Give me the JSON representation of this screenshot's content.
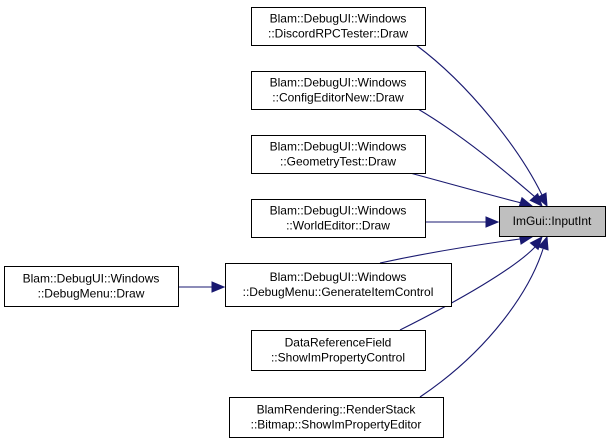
{
  "graph": {
    "nodes": [
      {
        "id": "discord",
        "lines": [
          "Blam::DebugUI::Windows",
          "::DiscordRPCTester::Draw"
        ]
      },
      {
        "id": "config",
        "lines": [
          "Blam::DebugUI::Windows",
          "::ConfigEditorNew::Draw"
        ]
      },
      {
        "id": "geometry",
        "lines": [
          "Blam::DebugUI::Windows",
          "::GeometryTest::Draw"
        ]
      },
      {
        "id": "world",
        "lines": [
          "Blam::DebugUI::Windows",
          "::WorldEditor::Draw"
        ]
      },
      {
        "id": "generate",
        "lines": [
          "Blam::DebugUI::Windows",
          "::DebugMenu::GenerateItemControl"
        ]
      },
      {
        "id": "dataref",
        "lines": [
          "DataReferenceField",
          "::ShowImPropertyControl"
        ]
      },
      {
        "id": "renderstack",
        "lines": [
          "BlamRendering::RenderStack",
          "::Bitmap::ShowImPropertyEditor"
        ]
      },
      {
        "id": "debugmenu",
        "lines": [
          "Blam::DebugUI::Windows",
          "::DebugMenu::Draw"
        ]
      },
      {
        "id": "inputint",
        "lines": [
          "ImGui::InputInt"
        ]
      }
    ],
    "edges": [
      {
        "from": "discord",
        "to": "inputint"
      },
      {
        "from": "config",
        "to": "inputint"
      },
      {
        "from": "geometry",
        "to": "inputint"
      },
      {
        "from": "world",
        "to": "inputint"
      },
      {
        "from": "generate",
        "to": "inputint"
      },
      {
        "from": "dataref",
        "to": "inputint"
      },
      {
        "from": "renderstack",
        "to": "inputint"
      },
      {
        "from": "debugmenu",
        "to": "generate"
      }
    ],
    "colors": {
      "edge": "#191970",
      "target_fill": "#bfbfbf",
      "node_fill": "#ffffff",
      "border": "#000000"
    }
  }
}
